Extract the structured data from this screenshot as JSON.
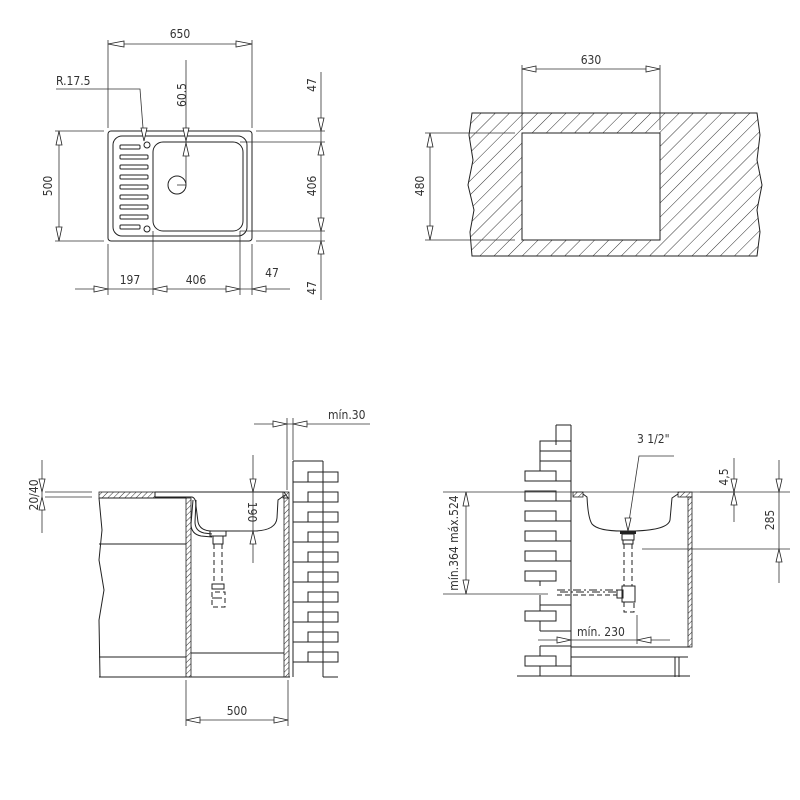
{
  "top_view": {
    "overall_width": "650",
    "overall_height": "500",
    "corner_radius": "R.17.5",
    "drain_offset": "60.5",
    "top_margin": "47",
    "bowl_height": "406",
    "bottom_margin": "47",
    "drainer_width": "197",
    "bowl_width": "406",
    "right_margin": "47"
  },
  "cutout_view": {
    "cutout_width": "630",
    "cutout_height": "480"
  },
  "side_view_left": {
    "worktop_thickness": "20/40",
    "wall_clearance": "mín.30",
    "bowl_depth": "190",
    "cabinet_width": "500"
  },
  "side_view_right": {
    "drain_size": "3 1/2\"",
    "rim_height": "4,5",
    "drain_height": "285",
    "outlet_height_range": "mín.364 máx.524",
    "min_outlet_distance": "mín. 230"
  }
}
